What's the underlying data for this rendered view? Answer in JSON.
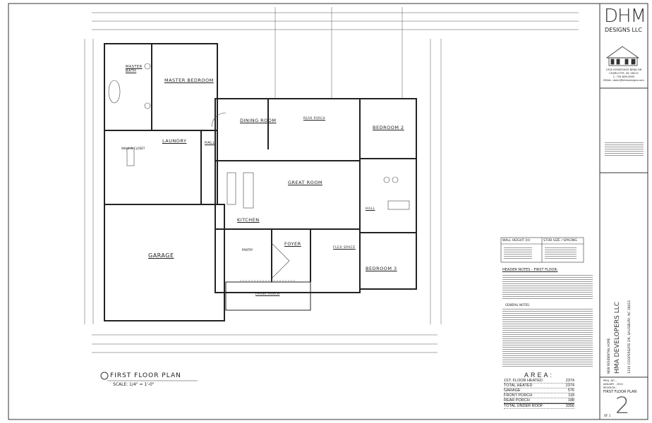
{
  "title_block": {
    "firm_logo": "DHM",
    "firm_name": "DESIGNS LLC",
    "address_lines": [
      "1935 HORSESHOE BEND DR",
      "CHARLOTTE, NC 28215",
      "C. 704-806-5585",
      "EMAIL: dahm@dhmdesigns.com"
    ],
    "project_type": "NEW RESIDENTIAL HOME",
    "client": "HMA DEVELOPERS LLC",
    "site_address": "1310 COOPERGATE DR, SALISBURY, NC 28411",
    "proj_no_label": "PROJ. NO. -",
    "date_label": "JANUARY - 2024",
    "revision_label": "REVISION -",
    "sheet_title": "FIRST FLOOR PLAN",
    "sheet_number": "2",
    "sheet_of": "OF 1"
  },
  "plan": {
    "title": "FIRST FLOOR PLAN",
    "scale": "SCALE: 1/4\" = 1'-0\"",
    "rooms": {
      "master_bath": "MASTER BATH",
      "master_bedroom": "MASTER BEDROOM",
      "laundry": "LAUNDRY",
      "hall": "HALL",
      "dining_room": "DINING ROOM",
      "rear_porch": "REAR PORCH",
      "bedroom_2": "BEDROOM 2",
      "great_room": "GREAT ROOM",
      "kitchen": "KITCHEN",
      "foyer": "FOYER",
      "flex_space": "FLEX SPACE",
      "bedroom_3": "BEDROOM 3",
      "garage": "GARAGE",
      "front_porch": "FRONT PORCH",
      "hall_2": "HALL",
      "walk_in_closet": "WALK-IN CLOSET",
      "pantry": "PANTRY"
    }
  },
  "tables": {
    "wall_height_header": "WALL HEIGHT (H)",
    "stud_size_header": "STUD SIZE / SPACING",
    "header_notes_title": "HEADER NOTES - FIRST FLOOR:",
    "general_notes_title": "GENERAL NOTES:"
  },
  "area": {
    "title": "AREA:",
    "rows": [
      {
        "label": "1ST. FLOOR HEATED",
        "value": "2374"
      },
      {
        "label": "TOTAL HEATED",
        "value": "2374"
      },
      {
        "label": "GARAGE",
        "value": "576"
      },
      {
        "label": "FRONT PORCH",
        "value": "118"
      },
      {
        "label": "REAR PORCH",
        "value": "188"
      },
      {
        "label": "TOTAL UNDER ROOF",
        "value": "3356"
      }
    ]
  }
}
